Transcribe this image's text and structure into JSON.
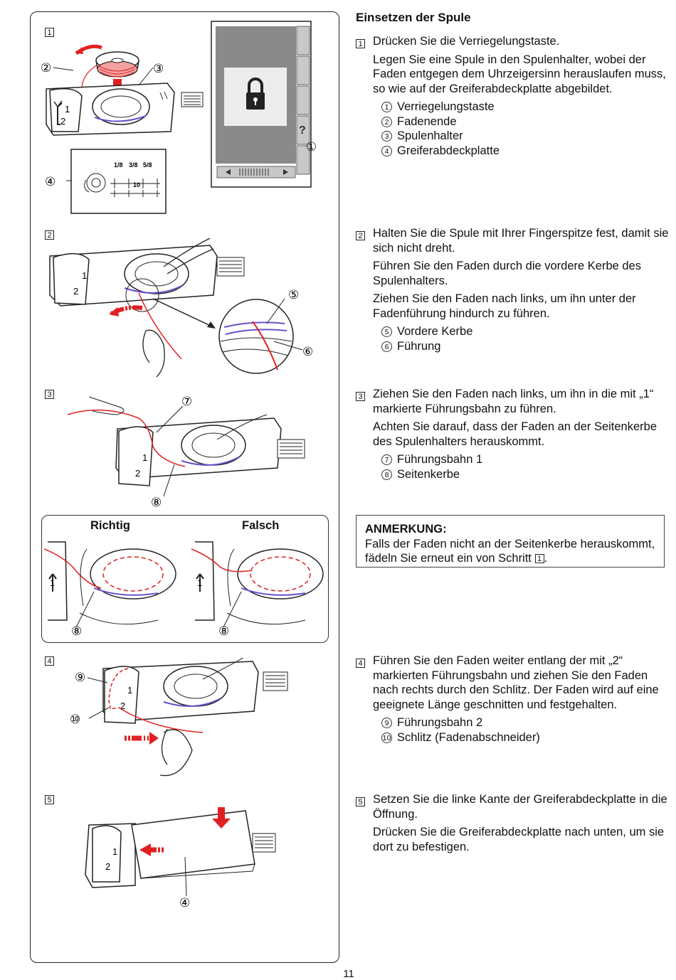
{
  "heading": "Einsetzen der Spule",
  "page_number": "11",
  "illustration": {
    "step_numbers": [
      "1",
      "2",
      "3",
      "4",
      "5"
    ],
    "callouts": [
      "①",
      "②",
      "③",
      "④",
      "⑤",
      "⑥",
      "⑦",
      "⑧",
      "⑨",
      "⑩"
    ],
    "plate_scale": {
      "marks": [
        "1/8",
        "3/8",
        "5/8"
      ],
      "value": "10"
    },
    "richtig_label": "Richtig",
    "falsch_label": "Falsch",
    "guide_numbers": [
      "1",
      "2"
    ]
  },
  "steps": [
    {
      "num": "1",
      "paragraphs": [
        "Drücken Sie die Verriegelungstaste.",
        "Legen Sie eine Spule in den Spulenhalter, wobei der Faden entgegen dem Uhrzeigersinn herauslaufen muss, so wie auf der Greiferabdeckplatte abgebildet."
      ],
      "items": [
        {
          "mark": "1",
          "label": "Verriegelungstaste"
        },
        {
          "mark": "2",
          "label": "Fadenende"
        },
        {
          "mark": "3",
          "label": "Spulenhalter"
        },
        {
          "mark": "4",
          "label": "Greiferabdeckplatte"
        }
      ]
    },
    {
      "num": "2",
      "paragraphs": [
        "Halten Sie die Spule mit Ihrer Fingerspitze fest, damit sie sich nicht dreht.",
        "Führen Sie den Faden durch die vordere Kerbe des Spulenhalters.",
        "Ziehen Sie den Faden nach links, um ihn unter der Fadenführung hindurch zu führen."
      ],
      "items": [
        {
          "mark": "5",
          "label": "Vordere Kerbe"
        },
        {
          "mark": "6",
          "label": "Führung"
        }
      ]
    },
    {
      "num": "3",
      "paragraphs": [
        "Ziehen Sie den Faden nach links, um ihn in die mit „1“ markierte Führungsbahn zu führen.",
        "Achten Sie darauf, dass der Faden an der Seitenkerbe des Spulenhalters herauskommt."
      ],
      "items": [
        {
          "mark": "7",
          "label": "Führungsbahn 1"
        },
        {
          "mark": "8",
          "label": "Seitenkerbe"
        }
      ]
    },
    {
      "num": "4",
      "paragraphs": [
        "Führen Sie den Faden weiter entlang der mit „2“ markierten Führungsbahn und ziehen Sie den Faden nach rechts durch den Schlitz. Der Faden wird auf eine geeignete Länge geschnitten und festgehalten."
      ],
      "items": [
        {
          "mark": "9",
          "label": "Führungsbahn 2"
        },
        {
          "mark": "10",
          "label": "Schlitz (Fadenabschneider)"
        }
      ]
    },
    {
      "num": "5",
      "paragraphs": [
        "Setzen Sie die linke Kante der Greiferabdeckplatte in die Öffnung.",
        "Drücken Sie die Greiferabdeckplatte nach unten, um sie dort zu befestigen."
      ],
      "items": []
    }
  ],
  "note": {
    "heading": "ANMERKUNG:",
    "text": "Falls der Faden nicht an der Seitenkerbe herauskommt, fädeln Sie erneut ein von Schritt",
    "step_ref": "1",
    "end": "."
  },
  "colors": {
    "thread": "#e02020",
    "guide": "#6a4fc8",
    "screen_bg": "#8a8a8a",
    "outline": "#222222"
  }
}
